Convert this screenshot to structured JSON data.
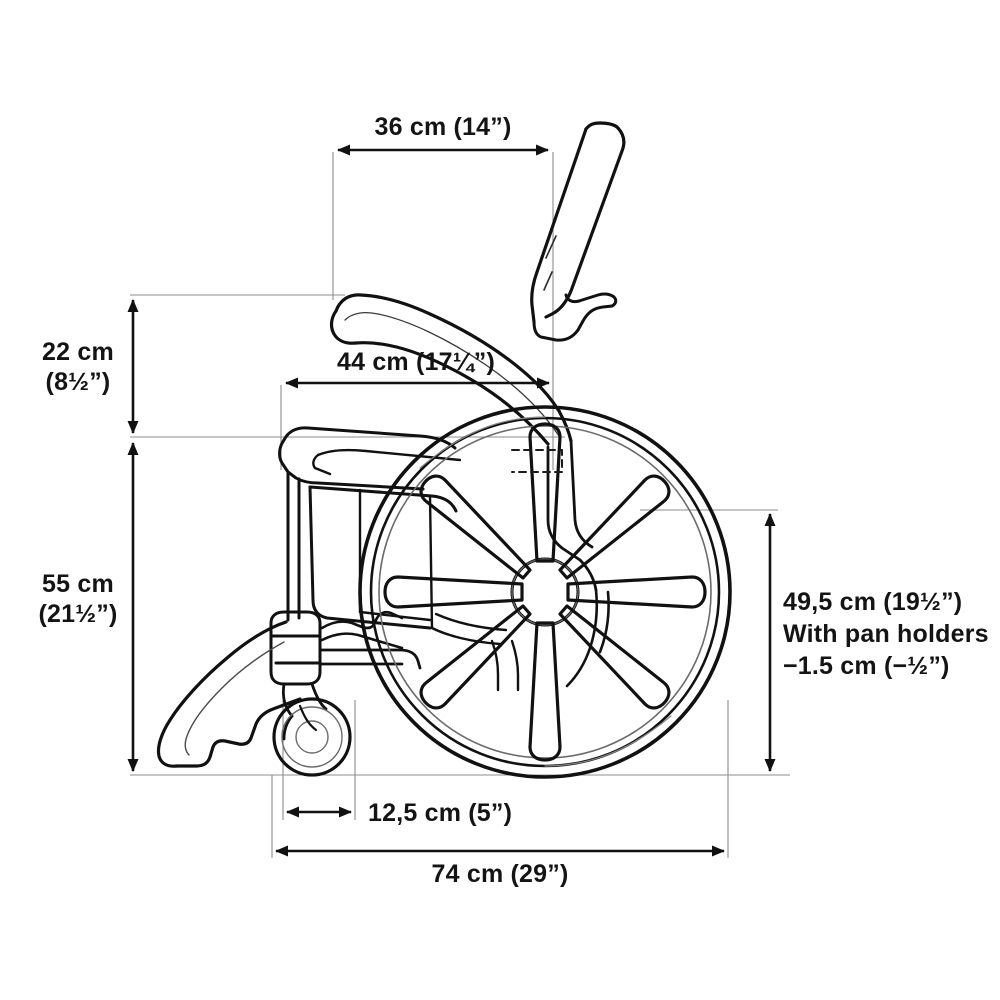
{
  "drawing": {
    "title": "Wheelchair side-view dimensioned technical drawing",
    "background_color": "#ffffff",
    "line_color": "#111111",
    "thin_line_color": "#8d8d8d",
    "dimensions": {
      "seat_depth": {
        "id": "dim-36cm",
        "label": "36 cm (14”)",
        "orientation": "horizontal",
        "value_cm": 36,
        "value_in": "14”"
      },
      "armrest_height": {
        "id": "dim-22cm",
        "label_line1": "22 cm",
        "label_line2": "(8½”)",
        "orientation": "vertical",
        "value_cm": 22,
        "value_in": "8½”"
      },
      "seat_width": {
        "id": "dim-44cm",
        "label": "44 cm (17¼”)",
        "orientation": "horizontal",
        "value_cm": 44,
        "value_in": "17¼”"
      },
      "seat_height": {
        "id": "dim-55cm",
        "label_line1": "55 cm",
        "label_line2": "(21½”)",
        "orientation": "vertical",
        "value_cm": 55,
        "value_in": "21½”"
      },
      "rear_wheel_height": {
        "id": "dim-49-5cm",
        "label_line1": "49,5 cm (19½”)",
        "label_line2": "With pan holders",
        "label_line3": "−1.5 cm (−½”)",
        "orientation": "vertical",
        "value_cm": 49.5,
        "value_in": "19½”",
        "note_value_cm": -1.5,
        "note_value_in": "−½”"
      },
      "caster_offset": {
        "id": "dim-12-5cm",
        "label": "12,5 cm (5”)",
        "orientation": "horizontal",
        "value_cm": 12.5,
        "value_in": "5”"
      },
      "overall_length": {
        "id": "dim-74cm",
        "label": "74 cm (29”)",
        "orientation": "horizontal",
        "value_cm": 74,
        "value_in": "29”"
      }
    }
  }
}
